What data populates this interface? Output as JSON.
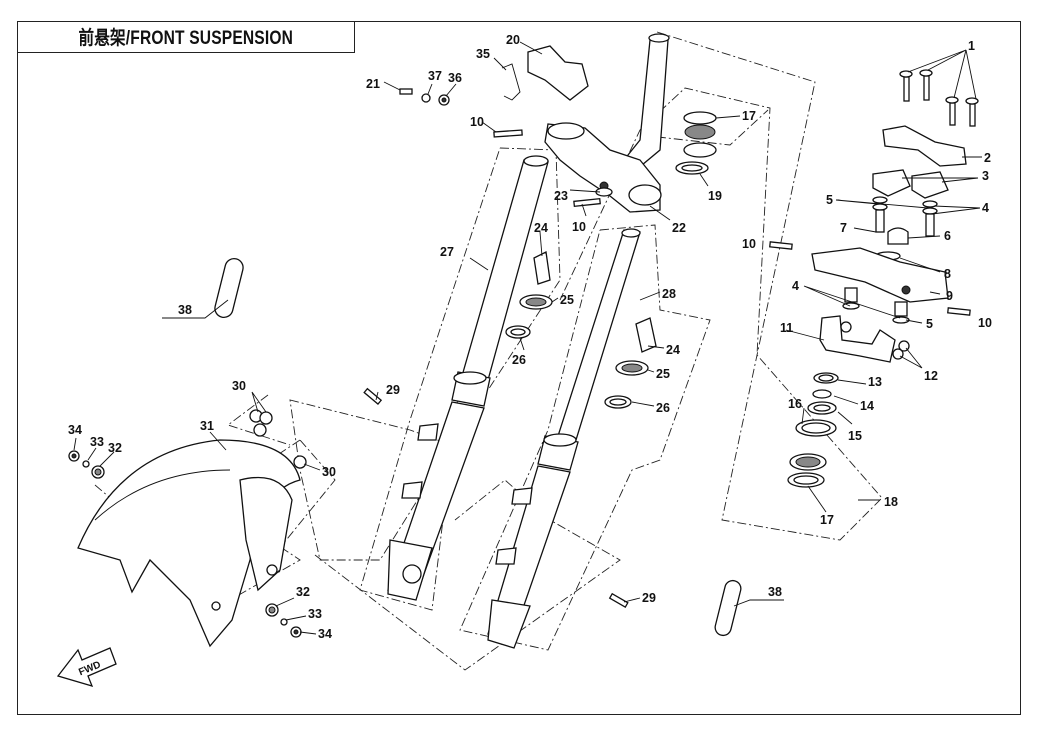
{
  "title": "前悬架/FRONT SUSPENSION",
  "direction_marker": "FWD",
  "part_labels": [
    {
      "num": "1"
    },
    {
      "num": "2"
    },
    {
      "num": "3"
    },
    {
      "num": "4"
    },
    {
      "num": "4"
    },
    {
      "num": "5"
    },
    {
      "num": "5"
    },
    {
      "num": "6"
    },
    {
      "num": "7"
    },
    {
      "num": "8"
    },
    {
      "num": "9"
    },
    {
      "num": "10"
    },
    {
      "num": "10"
    },
    {
      "num": "10"
    },
    {
      "num": "10"
    },
    {
      "num": "11"
    },
    {
      "num": "12"
    },
    {
      "num": "13"
    },
    {
      "num": "14"
    },
    {
      "num": "15"
    },
    {
      "num": "16"
    },
    {
      "num": "17"
    },
    {
      "num": "17"
    },
    {
      "num": "18"
    },
    {
      "num": "19"
    },
    {
      "num": "20"
    },
    {
      "num": "21"
    },
    {
      "num": "22"
    },
    {
      "num": "23"
    },
    {
      "num": "24"
    },
    {
      "num": "24"
    },
    {
      "num": "25"
    },
    {
      "num": "25"
    },
    {
      "num": "26"
    },
    {
      "num": "26"
    },
    {
      "num": "27"
    },
    {
      "num": "28"
    },
    {
      "num": "29"
    },
    {
      "num": "29"
    },
    {
      "num": "30"
    },
    {
      "num": "30"
    },
    {
      "num": "31"
    },
    {
      "num": "32"
    },
    {
      "num": "32"
    },
    {
      "num": "33"
    },
    {
      "num": "33"
    },
    {
      "num": "34"
    },
    {
      "num": "34"
    },
    {
      "num": "35"
    },
    {
      "num": "36"
    },
    {
      "num": "37"
    },
    {
      "num": "38"
    },
    {
      "num": "38"
    }
  ]
}
